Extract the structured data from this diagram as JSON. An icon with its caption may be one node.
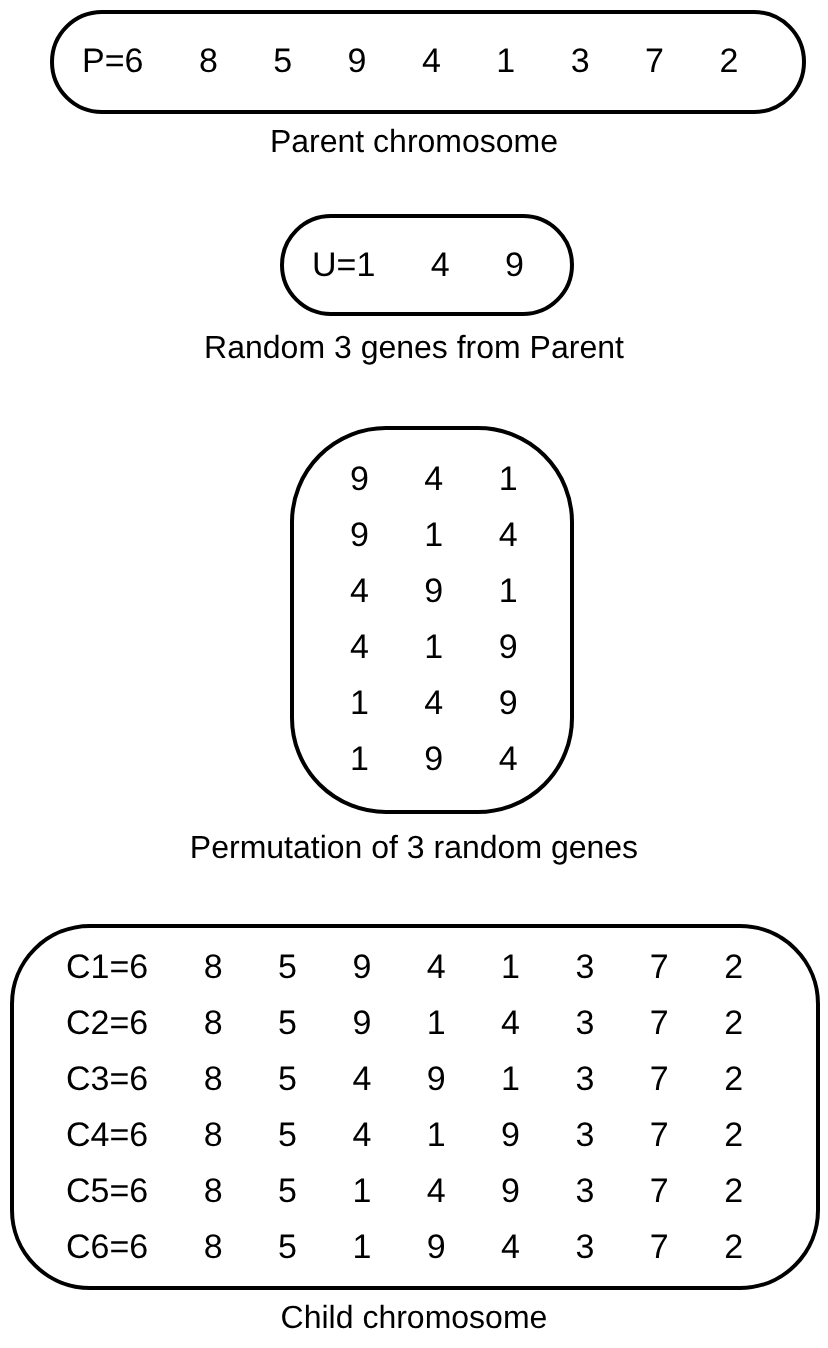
{
  "diagram": {
    "nodes": [
      {
        "text": [
          "P=6 8 5 9 4 1 3 7 2"
        ],
        "beside": [
          "Parent chromosome"
        ]
      },
      {
        "text": [
          "U=1 4 9"
        ],
        "beside": [
          "Random 3 genes from Parent"
        ]
      },
      {
        "text": [
          "9 4 1",
          "9 1 4",
          "4 9 1",
          "4 1 9",
          "1 4 9",
          "1 9 4"
        ],
        "beside": [
          "Permutation of 3 random genes"
        ]
      },
      {
        "text": [
          "C1=6 8 5 9 4 1 3 7 2",
          "C2=6 8 5 9 1 4 3 7 2",
          "C3=6 8 5 4 9 1 3 7 2",
          "C4=6 8 5 4 1 9 3 7 2",
          "C5=6 8 5 1 4 9 3 7 2",
          "C6=6 8 5 1 9 4 3 7 2"
        ],
        "beside": [
          "Child chromosome"
        ]
      }
    ]
  }
}
